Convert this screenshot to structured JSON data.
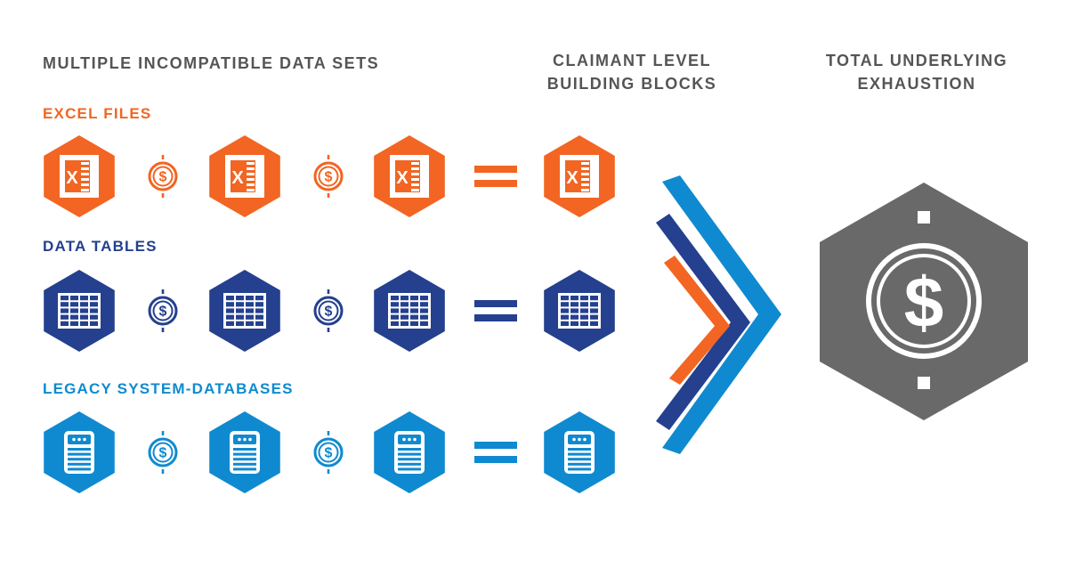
{
  "headers": {
    "sources": "MULTIPLE INCOMPATIBLE DATA SETS",
    "claimant": [
      "CLAIMANT LEVEL",
      "BUILDING BLOCKS"
    ],
    "total": [
      "TOTAL UNDERLYING",
      "EXHAUSTION"
    ]
  },
  "rows": [
    {
      "label": "EXCEL FILES",
      "color": "#f26522",
      "icon": "excel-file-icon",
      "glyph": "X"
    },
    {
      "label": "DATA TABLES",
      "color": "#24408e",
      "icon": "data-table-icon"
    },
    {
      "label": "LEGACY SYSTEM-DATABASES",
      "color": "#0f8ad0",
      "icon": "database-server-icon"
    }
  ],
  "connector_icon": "dollar-coin-icon",
  "equals_icon": "equals-icon",
  "chevrons": {
    "colors": [
      "#f26522",
      "#24408e",
      "#0f8ad0"
    ]
  },
  "result": {
    "color": "#696969",
    "icon": "dollar-coin-icon",
    "glyph": "$"
  },
  "coin_glyph": "$"
}
